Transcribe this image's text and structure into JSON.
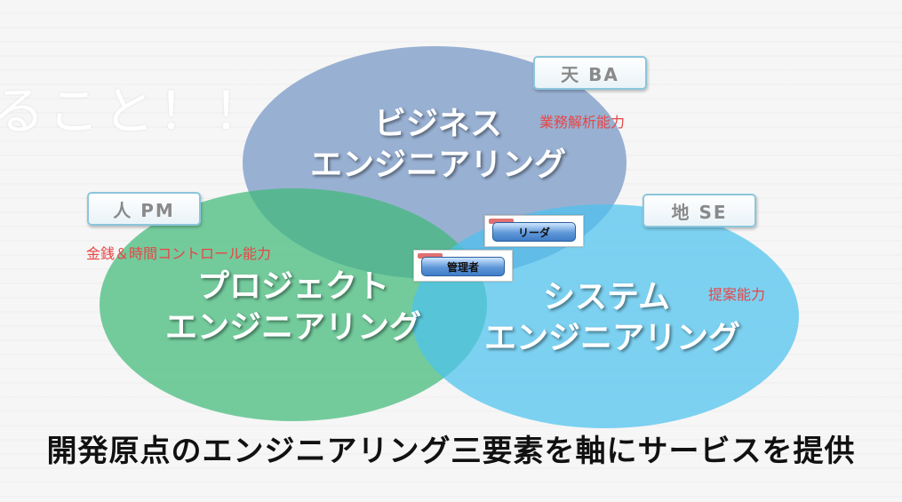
{
  "background_text": "ること！！",
  "circles": {
    "business": {
      "title": "ビジネス\nエンジニアリング",
      "color": "#7e9cc8"
    },
    "project": {
      "title": "プロジェクト\nエンジニアリング",
      "color": "#40ba78"
    },
    "system": {
      "title": "システム\nエンジニアリング",
      "color": "#4cc2ee"
    }
  },
  "tags": {
    "ba": "天 BA",
    "pm": "人 PM",
    "se": "地 SE"
  },
  "notes": {
    "ba": "業務解析能力",
    "pm": "金銭＆時間コントロール能力",
    "se": "提案能力"
  },
  "pills": {
    "leader": "リーダ",
    "manager": "管理者"
  },
  "footer": "開発原点のエンジニアリング三要素を軸にサービスを提供"
}
